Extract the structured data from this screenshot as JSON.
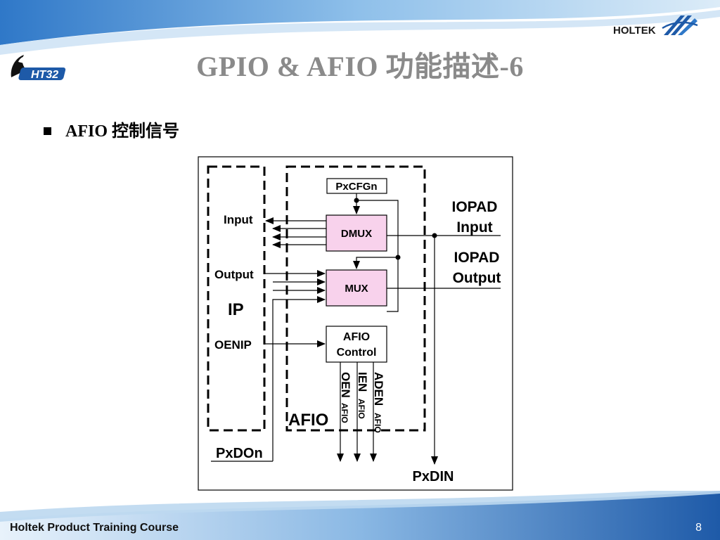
{
  "slide": {
    "title": "GPIO & AFIO 功能描述-6",
    "bullet": "AFIO 控制信号",
    "footer": "Holtek Product Training Course",
    "page_number": "8"
  },
  "logos": {
    "left_logo_text": "HT32",
    "right_logo_text": "HOLTEK"
  },
  "diagram": {
    "pxcfgn": "PxCFGn",
    "dmux": "DMUX",
    "mux": "MUX",
    "afio_control_line1": "AFIO",
    "afio_control_line2": "Control",
    "ip_input": "Input",
    "ip_output": "Output",
    "ip_label": "IP",
    "ip_oenip": "OENIP",
    "afio_label": "AFIO",
    "iopad_input_line1": "IOPAD",
    "iopad_input_line2": "Input",
    "iopad_output_line1": "IOPAD",
    "iopad_output_line2": "Output",
    "pxdon": "PxDOn",
    "pxdin": "PxDIN",
    "oen": "OEN",
    "ien": "IEN",
    "aden": "ADEN",
    "afio_sub": "AFIO"
  },
  "colors": {
    "block_fill": "#f8d2ec",
    "title_color": "#8a8a8a",
    "accent_blue": "#1e5aa8"
  }
}
